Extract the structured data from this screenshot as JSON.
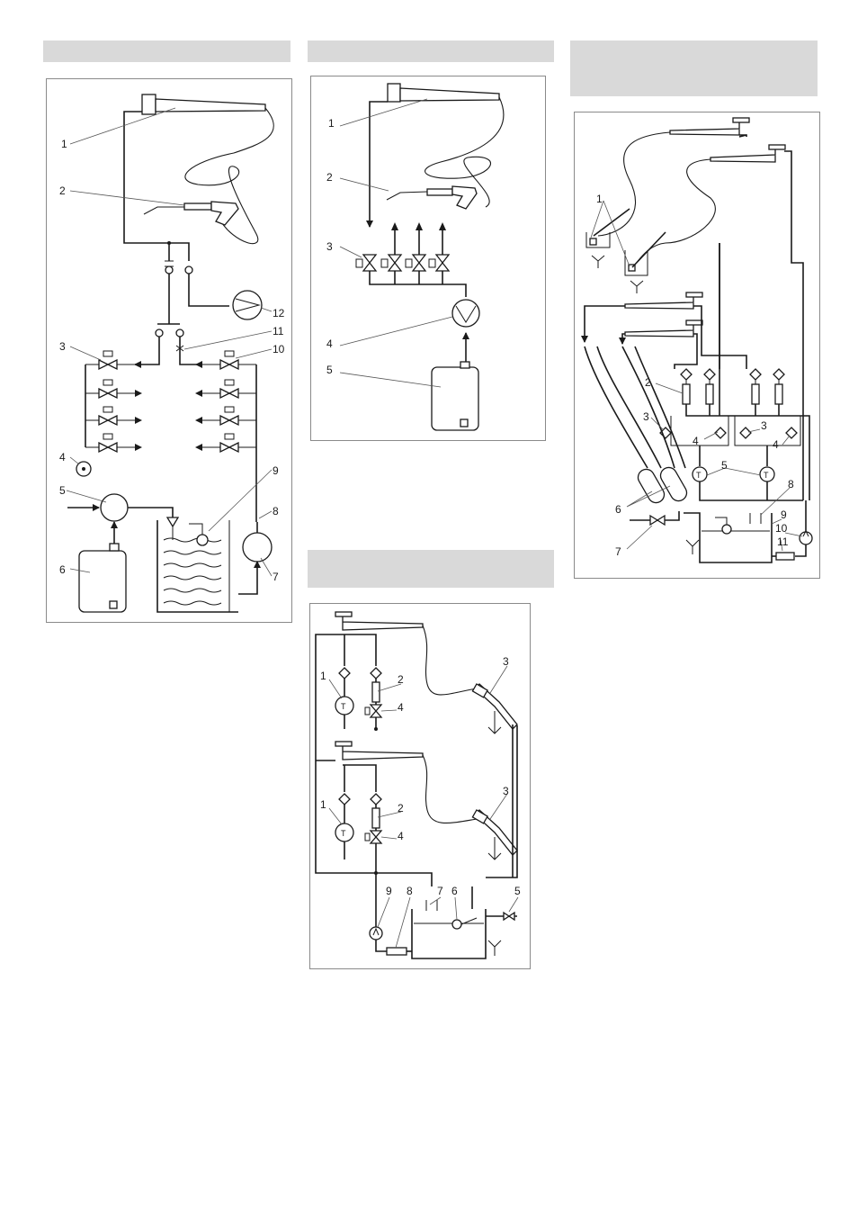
{
  "diagrams": {
    "d1": {
      "labels": [
        "1",
        "2",
        "3",
        "4",
        "5",
        "6",
        "7",
        "8",
        "9",
        "10",
        "11",
        "12"
      ]
    },
    "d2": {
      "labels": [
        "1",
        "2",
        "3",
        "4",
        "5"
      ]
    },
    "d3": {
      "labels": [
        "1",
        "2",
        "3",
        "4",
        "5",
        "6",
        "7",
        "8",
        "9",
        "10",
        "11"
      ]
    },
    "d4": {
      "labels": [
        "1",
        "2",
        "3",
        "4",
        "1",
        "2",
        "3",
        "4",
        "9",
        "8",
        "7",
        "6",
        "5"
      ]
    }
  }
}
